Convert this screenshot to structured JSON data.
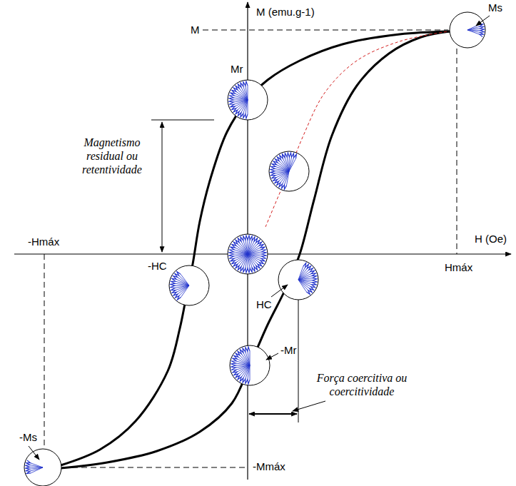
{
  "diagram": {
    "labels": [
      "M (emu.g-1)",
      "M",
      "Ms",
      "Mr",
      "Magnetismo residual ou retentividade",
      "-Hmáx",
      "H (Oe)",
      "Hmáx",
      "-HC",
      "HC",
      "-Mr",
      "Força coercitiva ou coercitividade",
      "-Ms",
      "-Mmáx"
    ]
  }
}
